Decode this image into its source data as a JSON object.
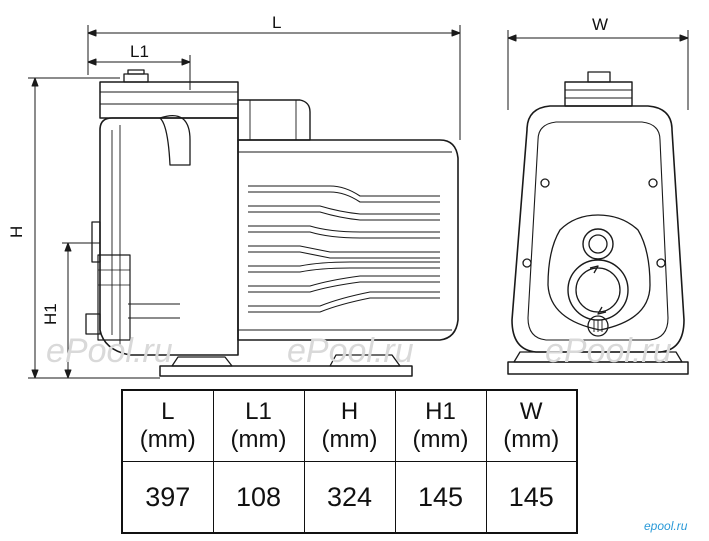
{
  "dimension_labels": {
    "L": "L",
    "L1": "L1",
    "H": "H",
    "H1": "H1",
    "W": "W"
  },
  "table": {
    "columns": [
      {
        "name": "L",
        "unit": "(mm)",
        "value": "397"
      },
      {
        "name": "L1",
        "unit": "(mm)",
        "value": "108"
      },
      {
        "name": "H",
        "unit": "(mm)",
        "value": "324"
      },
      {
        "name": "H1",
        "unit": "(mm)",
        "value": "145"
      },
      {
        "name": "W",
        "unit": "(mm)",
        "value": "145"
      }
    ]
  },
  "watermarks": {
    "main": "ePool.ru",
    "corner": "epool.ru"
  }
}
